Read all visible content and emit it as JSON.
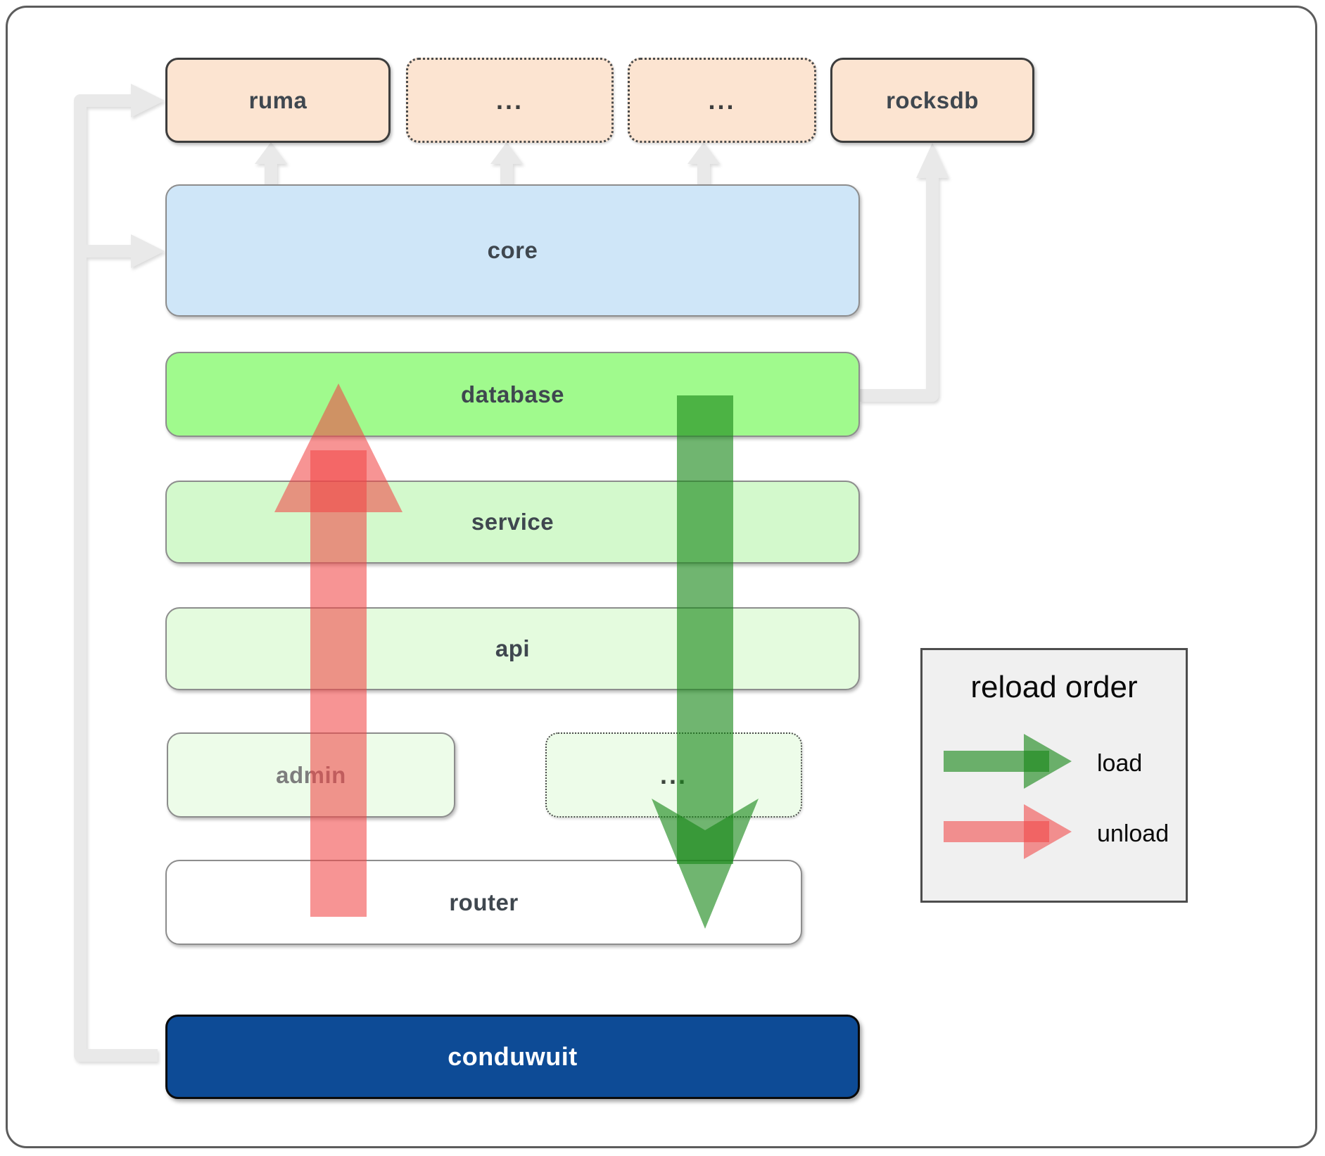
{
  "nodes": {
    "ruma": {
      "label": "ruma"
    },
    "ellipsis_one": {
      "label": "..."
    },
    "ellipsis_two": {
      "label": "..."
    },
    "rocksdb": {
      "label": "rocksdb"
    },
    "core": {
      "label": "core"
    },
    "database": {
      "label": "database"
    },
    "service": {
      "label": "service"
    },
    "api": {
      "label": "api"
    },
    "admin": {
      "label": "admin"
    },
    "ellipsis_three": {
      "label": "..."
    },
    "router": {
      "label": "router"
    },
    "conduwuit": {
      "label": "conduwuit"
    }
  },
  "legend": {
    "title": "reload order",
    "items": [
      {
        "label": "load",
        "arrow_color": "green"
      },
      {
        "label": "unload",
        "arrow_color": "red"
      }
    ]
  },
  "colors": {
    "peach_fill": "#fce4d1",
    "core_fill": "#cfe6f8",
    "database_fill": "#a0fa8d",
    "service_fill": "#d3f9cc",
    "api_fill": "#e4fbde",
    "admin_fill": "#edfce9",
    "conduwuit_fill": "#0d4b96",
    "legend_bg": "#f0f0f0",
    "connector_gray": "#e9e9e9",
    "load_arrow": "rgba(25,135,25,0.62)",
    "unload_arrow": "rgba(242,70,70,0.58)"
  }
}
